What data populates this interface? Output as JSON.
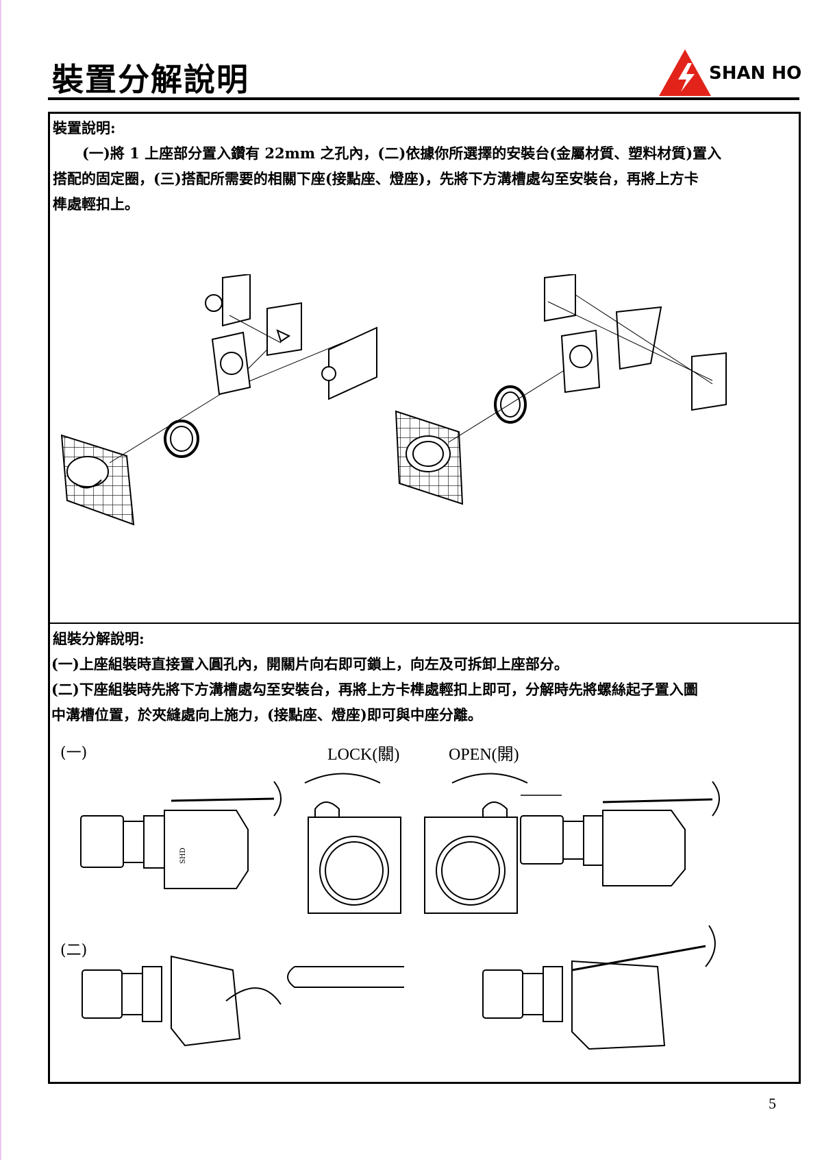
{
  "header": {
    "title": "裝置分解說明",
    "brand": "SHAN HO",
    "brand_color": "#e2231a"
  },
  "section1": {
    "heading": "裝置說明:",
    "paragraph_line1": "(一)將 1 上座部分置入鑽有 22mm 之孔內，(二)依據你所選擇的安裝台(金屬材質、塑料材質)置入",
    "paragraph_line2": "搭配的固定圈，(三)搭配所需要的相關下座(接點座、燈座)，先將下方溝槽處勾至安裝台，再將上方卡",
    "paragraph_line3": "榫處輕扣上。"
  },
  "section2": {
    "heading": "組裝分解說明:",
    "line1": "(一)上座組裝時直接置入圓孔內，開關片向右即可鎖上，向左及可拆卸上座部分。",
    "line2": "(二)下座組裝時先將下方溝槽處勾至安裝台，再將上方卡榫處輕扣上即可，分解時先將螺絲起子置入圖",
    "line3": "中溝槽位置，於夾縫處向上施力，(接點座、燈座)即可與中座分離。"
  },
  "figures": {
    "label_one": "(一)",
    "label_two": "(二)",
    "lock_label": "LOCK(關)",
    "open_label": "OPEN(開)"
  },
  "page_number": "5"
}
